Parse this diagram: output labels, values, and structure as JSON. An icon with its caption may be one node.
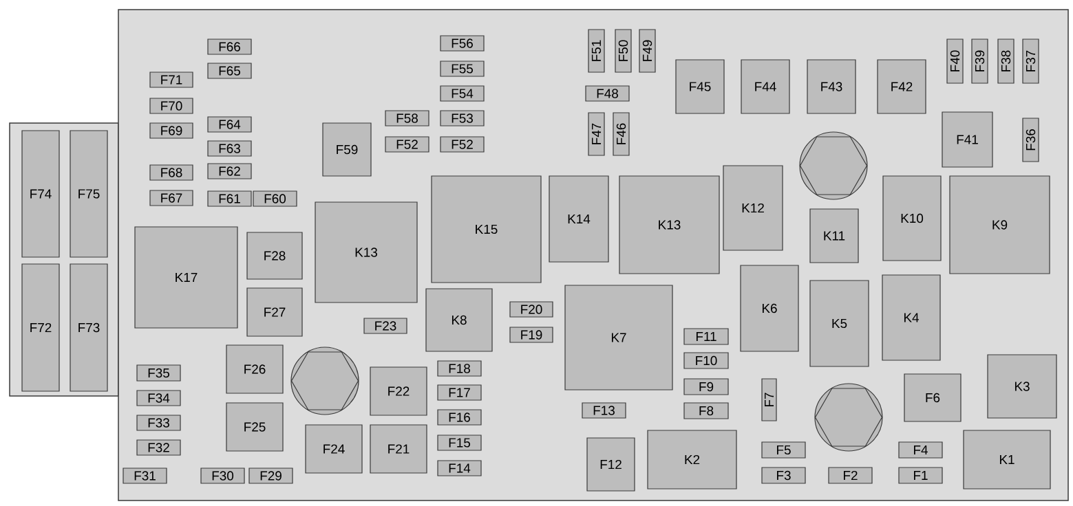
{
  "diagram": {
    "nodes": [
      {
        "text": [],
        "shape": "box"
      },
      {
        "text": [
          "F74"
        ],
        "in": 0
      },
      {
        "text": [
          "F75"
        ],
        "in": 0
      },
      {
        "text": [
          "F72"
        ],
        "in": 0
      },
      {
        "text": [
          "F73"
        ],
        "in": 0
      },
      {
        "text": [],
        "shape": "box"
      },
      {
        "text": [
          "F66"
        ],
        "in": 5
      },
      {
        "text": [
          "F65"
        ],
        "in": 5
      },
      {
        "text": [
          "F71"
        ],
        "in": 5
      },
      {
        "text": [
          "F70"
        ],
        "in": 5
      },
      {
        "text": [
          "F69"
        ],
        "in": 5
      },
      {
        "text": [
          "F64"
        ],
        "in": 5
      },
      {
        "text": [
          "F63"
        ],
        "in": 5
      },
      {
        "text": [
          "F62"
        ],
        "in": 5
      },
      {
        "text": [
          "F68"
        ],
        "in": 5
      },
      {
        "text": [
          "F67"
        ],
        "in": 5
      },
      {
        "text": [
          "F61"
        ],
        "in": 5
      },
      {
        "text": [
          "F60"
        ],
        "in": 5
      },
      {
        "text": [
          "F56"
        ],
        "in": 5
      },
      {
        "text": [
          "F55"
        ],
        "in": 5
      },
      {
        "text": [
          "F54"
        ],
        "in": 5
      },
      {
        "text": [
          "F58"
        ],
        "in": 5
      },
      {
        "text": [
          "F53"
        ],
        "in": 5
      },
      {
        "text": [
          "F59"
        ],
        "in": 5
      },
      {
        "text": [
          "F52"
        ],
        "in": 5
      },
      {
        "text": [
          "F52"
        ],
        "in": 5
      },
      {
        "text": [
          "F51"
        ],
        "in": 5
      },
      {
        "text": [
          "F50"
        ],
        "in": 5
      },
      {
        "text": [
          "F49"
        ],
        "in": 5
      },
      {
        "text": [
          "F48"
        ],
        "in": 5
      },
      {
        "text": [
          "F47"
        ],
        "in": 5
      },
      {
        "text": [
          "F46"
        ],
        "in": 5
      },
      {
        "text": [
          "F45"
        ],
        "in": 5
      },
      {
        "text": [
          "F44"
        ],
        "in": 5
      },
      {
        "text": [
          "F43"
        ],
        "in": 5
      },
      {
        "text": [
          "F42"
        ],
        "in": 5
      },
      {
        "text": [
          "F40"
        ],
        "in": 5
      },
      {
        "text": [
          "F39"
        ],
        "in": 5
      },
      {
        "text": [
          "F38"
        ],
        "in": 5
      },
      {
        "text": [
          "F37"
        ],
        "in": 5
      },
      {
        "text": [
          "F41"
        ],
        "in": 5
      },
      {
        "text": [
          "F36"
        ],
        "in": 5
      },
      {
        "text": [
          "K17"
        ],
        "in": 5
      },
      {
        "text": [
          "F28"
        ],
        "in": 5
      },
      {
        "text": [
          "K13"
        ],
        "in": 5
      },
      {
        "text": [
          "K15"
        ],
        "in": 5
      },
      {
        "text": [
          "K14"
        ],
        "in": 5
      },
      {
        "text": [
          "K13"
        ],
        "in": 5
      },
      {
        "text": [
          "K12"
        ],
        "in": 5
      },
      {
        "text": [
          "K11"
        ],
        "in": 5
      },
      {
        "text": [
          "K10"
        ],
        "in": 5
      },
      {
        "text": [
          "K9"
        ],
        "in": 5
      },
      {
        "text": [
          "F27"
        ],
        "in": 5
      },
      {
        "text": [
          "F23"
        ],
        "in": 5
      },
      {
        "text": [
          "K8"
        ],
        "in": 5
      },
      {
        "text": [
          "F20"
        ],
        "in": 5
      },
      {
        "text": [
          "F19"
        ],
        "in": 5
      },
      {
        "text": [
          "K7"
        ],
        "in": 5
      },
      {
        "text": [
          "F11"
        ],
        "in": 5
      },
      {
        "text": [
          "F10"
        ],
        "in": 5
      },
      {
        "text": [
          "F9"
        ],
        "in": 5
      },
      {
        "text": [
          "F8"
        ],
        "in": 5
      },
      {
        "text": [
          "K6"
        ],
        "in": 5
      },
      {
        "text": [
          "K5"
        ],
        "in": 5
      },
      {
        "text": [
          "K4"
        ],
        "in": 5
      },
      {
        "text": [
          "K3"
        ],
        "in": 5
      },
      {
        "text": [
          "F6"
        ],
        "in": 5
      },
      {
        "text": [
          "F7"
        ],
        "in": 5
      },
      {
        "text": [
          "F35"
        ],
        "in": 5
      },
      {
        "text": [
          "F34"
        ],
        "in": 5
      },
      {
        "text": [
          "F33"
        ],
        "in": 5
      },
      {
        "text": [
          "F32"
        ],
        "in": 5
      },
      {
        "text": [
          "F31"
        ],
        "in": 5
      },
      {
        "text": [
          "F30"
        ],
        "in": 5
      },
      {
        "text": [
          "F29"
        ],
        "in": 5
      },
      {
        "text": [
          "F26"
        ],
        "in": 5
      },
      {
        "text": [
          "F25"
        ],
        "in": 5
      },
      {
        "text": [
          "F22"
        ],
        "in": 5
      },
      {
        "text": [
          "F24"
        ],
        "in": 5
      },
      {
        "text": [
          "F21"
        ],
        "in": 5
      },
      {
        "text": [
          "F18"
        ],
        "in": 5
      },
      {
        "text": [
          "F17"
        ],
        "in": 5
      },
      {
        "text": [
          "F16"
        ],
        "in": 5
      },
      {
        "text": [
          "F15"
        ],
        "in": 5
      },
      {
        "text": [
          "F14"
        ],
        "in": 5
      },
      {
        "text": [
          "F13"
        ],
        "in": 5
      },
      {
        "text": [
          "F12"
        ],
        "in": 5
      },
      {
        "text": [
          "K2"
        ],
        "in": 5
      },
      {
        "text": [
          "F5"
        ],
        "in": 5
      },
      {
        "text": [
          "F3"
        ],
        "in": 5
      },
      {
        "text": [
          "F2"
        ],
        "in": 5
      },
      {
        "text": [
          "F4"
        ],
        "in": 5
      },
      {
        "text": [
          "F1"
        ],
        "in": 5
      },
      {
        "text": [
          "K1"
        ],
        "in": 5
      }
    ]
  }
}
